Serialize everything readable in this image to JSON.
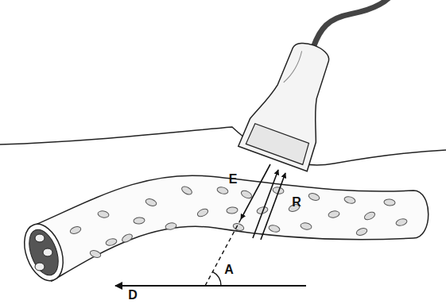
{
  "diagram": {
    "labels": [
      "E",
      "R",
      "D",
      "A"
    ]
  }
}
